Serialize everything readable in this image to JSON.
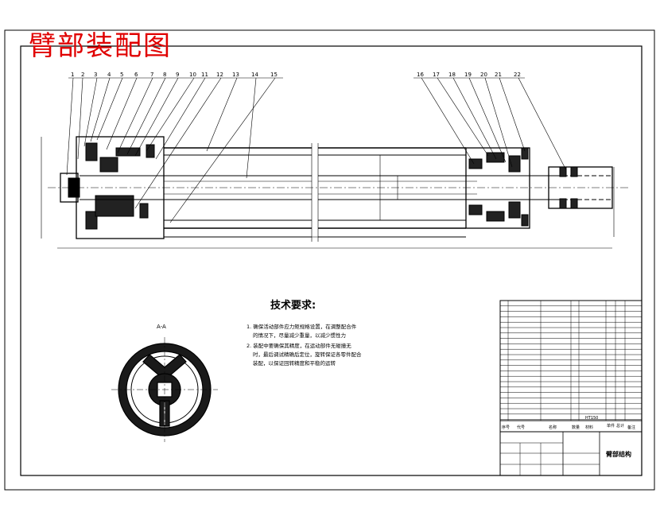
{
  "title": "臂部装配图",
  "tech": {
    "heading": "技术要求:",
    "items": [
      "1. 确保活动部件应力矩规格设置，在调整配合件",
      "的情况下，尽量减少重量，以减少惯性力",
      "2. 装配中要确保其精度，在运动部件无碰撞无",
      "时，最后调试精确后定位，旋转保证各零件配合",
      "装配，以保证回转精度和平稳的运转"
    ]
  },
  "section_label": "A-A",
  "callouts": [
    "1",
    "2",
    "3",
    "4",
    "5",
    "6",
    "7",
    "8",
    "9",
    "10",
    "11",
    "12",
    "13",
    "14",
    "15",
    "16",
    "17",
    "18",
    "19",
    "20",
    "21",
    "22"
  ],
  "bom_col_headers": [
    "序号",
    "代号",
    "名称",
    "数量",
    "材料",
    "单件",
    "总计",
    "备注"
  ],
  "bom_material": "HT150",
  "title_block_name": "臂部结构"
}
